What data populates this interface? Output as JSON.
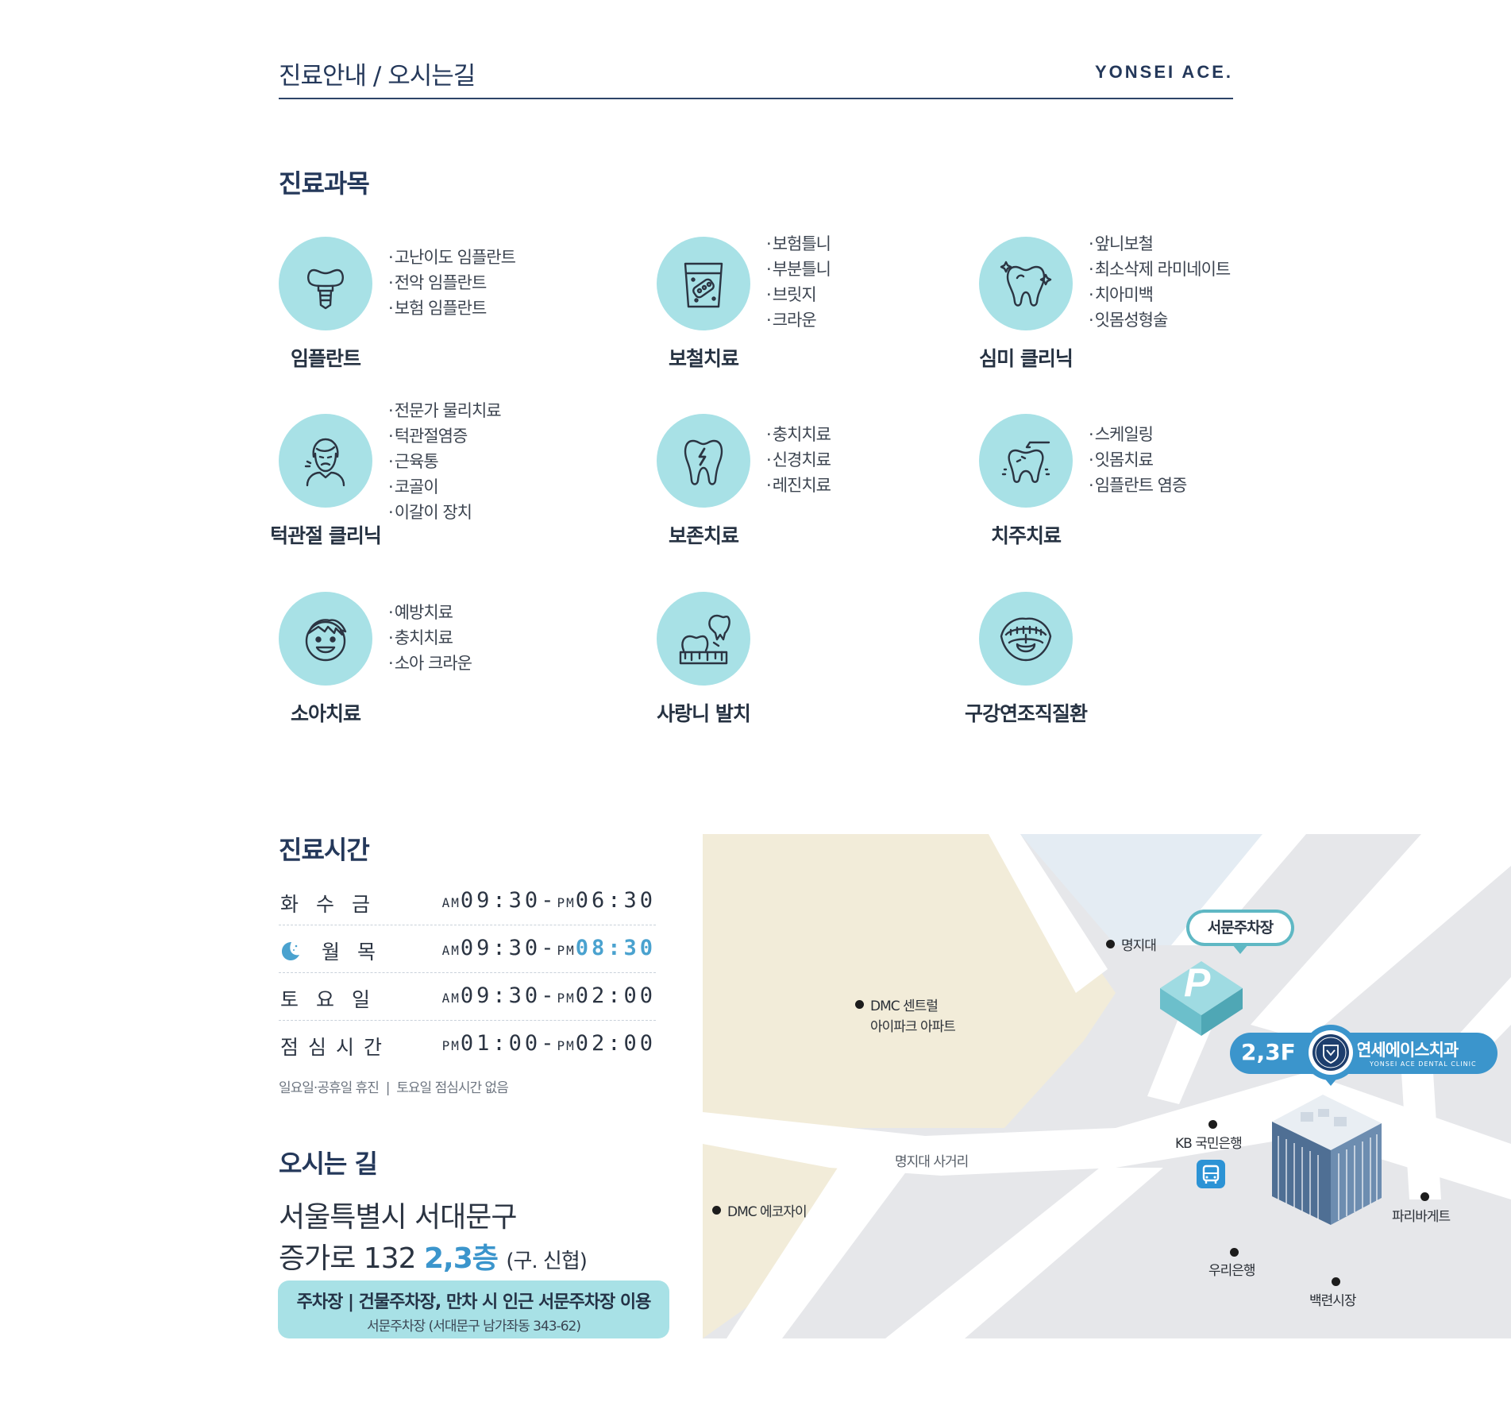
{
  "header": {
    "title": "진료안내 / 오시는길",
    "brand": "YONSEI ACE."
  },
  "departments_section": {
    "title": "진료과목",
    "items": [
      {
        "name": "임플란트",
        "icon": "implant-tooth-icon",
        "treatments": [
          "고난이도 임플란트",
          "전악 임플란트",
          "보험 임플란트"
        ]
      },
      {
        "name": "보철치료",
        "icon": "denture-cup-icon",
        "treatments": [
          "보험틀니",
          "부분틀니",
          "브릿지",
          "크라운"
        ]
      },
      {
        "name": "심미 클리닉",
        "icon": "sparkle-tooth-icon",
        "treatments": [
          "앞니보철",
          "최소삭제 라미네이트",
          "치아미백",
          "잇몸성형술"
        ]
      },
      {
        "name": "턱관절 클리닉",
        "icon": "jaw-pain-person-icon",
        "treatments": [
          "전문가 물리치료",
          "턱관절염증",
          "근육통",
          "코골이",
          "이갈이 장치"
        ]
      },
      {
        "name": "보존치료",
        "icon": "cracked-tooth-icon",
        "treatments": [
          "충치치료",
          "신경치료",
          "레진치료"
        ]
      },
      {
        "name": "치주치료",
        "icon": "scaling-tooth-icon",
        "treatments": [
          "스케일링",
          "잇몸치료",
          "임플란트 염증"
        ]
      },
      {
        "name": "소아치료",
        "icon": "smiling-child-icon",
        "treatments": [
          "예방치료",
          "충치치료",
          "소아 크라운"
        ]
      },
      {
        "name": "사랑니 발치",
        "icon": "wisdom-tooth-icon",
        "treatments": []
      },
      {
        "name": "구강연조직질환",
        "icon": "open-mouth-icon",
        "treatments": []
      }
    ]
  },
  "hours_section": {
    "title": "진료시간",
    "rows": [
      {
        "day": "화수금",
        "am": "AM",
        "start": "09:30",
        "sep": "-",
        "pm": "PM",
        "end": "06:30",
        "night": false
      },
      {
        "day": "월목",
        "am": "AM",
        "start": "09:30",
        "sep": "-",
        "pm": "PM",
        "end": "08:30",
        "night": true
      },
      {
        "day": "토요일",
        "am": "AM",
        "start": "09:30",
        "sep": "-",
        "pm": "PM",
        "end": "02:00",
        "night": false
      },
      {
        "day": "점심시간",
        "am": "PM",
        "start": "01:00",
        "sep": "-",
        "pm": "PM",
        "end": "02:00",
        "night": false
      }
    ],
    "note": "일요일·공휴일 휴진  |  토요일 점심시간 없음"
  },
  "directions": {
    "title": "오시는 길",
    "address_line1": "서울특별시 서대문구",
    "address_line2": "증가로 132",
    "floor": "2,3층",
    "old_name": "(구. 신협)",
    "parking_main": "주차장 | 건물주차장, 만차 시 인근 서문주차장 이용",
    "parking_sub": "서문주차장 (서대문구 남가좌동 343-62)"
  },
  "map": {
    "labels": {
      "myongji": "명지대",
      "dmc_central_1": "DMC 센트럴",
      "dmc_central_2": "아이파크 아파트",
      "intersection": "명지대 사거리",
      "dmc_ecoxi": "DMC 에코자이",
      "kb": "KB 국민은행",
      "woori": "우리은행",
      "baekryeon": "백련시장",
      "paris": "파리바게트"
    },
    "parking_pin": "서문주차장",
    "parking_letter": "P",
    "clinic_floor": "2,3F",
    "clinic_name": "연세에이스치과",
    "clinic_name_en": "YONSEI ACE DENTAL CLINIC",
    "colors": {
      "accent": "#a8e1e6",
      "pin_blue": "#3b95cc",
      "road": "#ffffff",
      "block_beige": "#f2ecd9",
      "block_gray": "#e6e7ea",
      "block_blue": "#e4ecf3"
    }
  }
}
